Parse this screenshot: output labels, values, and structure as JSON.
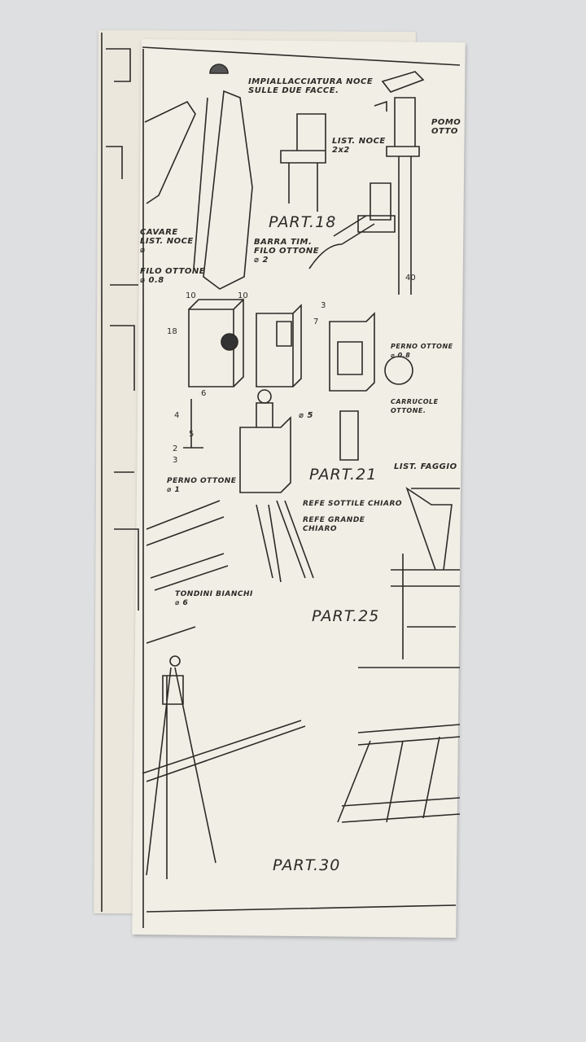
{
  "sheet": {
    "parts": [
      "PART.18",
      "PART.21",
      "PART.25",
      "PART.30"
    ],
    "labels": {
      "veneer": "IMPIALLACCIATURA NOCE\nSULLE DUE FACCE.",
      "list_noce": "LIST. NOCE\n2x2",
      "barra": "BARRA TIM.\nFILO OTTONE\n⌀ 2",
      "pomo": "POMO\nOTTO",
      "cavare": "CAVARE\nLIST. NOCE\n⌀",
      "filo_ottone": "FILO OTTONE\n⌀ 0.8",
      "perno_08": "PERNO OTTONE\n⌀ 0.8",
      "carrucole": "CARRUCOLE\nOTTONE.",
      "perno_1": "PERNO OTTONE\n⌀ 1",
      "diam5": "⌀ 5",
      "list_faggio": "LIST. FAGGIO",
      "refe_sottile": "REFE SOTTILE CHIARO",
      "refe_grande": "REFE GRANDE\nCHIARO",
      "tondini": "TONDINI BIANCHI\n⌀ 6"
    },
    "dimensions": {
      "d10a": "10",
      "d10b": "10",
      "d18": "18",
      "d3": "3",
      "d7": "7",
      "d40": "40",
      "d6": "6",
      "d4": "4",
      "d5": "5",
      "d2": "2",
      "d3b": "3"
    }
  }
}
